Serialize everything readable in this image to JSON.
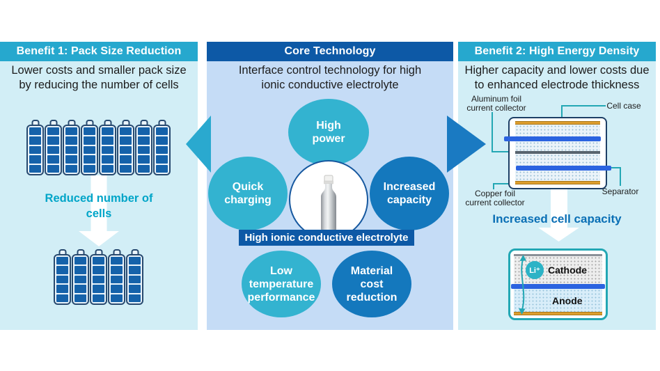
{
  "colors": {
    "teal_header": "#26a8ce",
    "blue_header": "#0d59a6",
    "panel_cyan": "#d2eef6",
    "panel_blue": "#c5dcf6",
    "bubble_teal": "#33b3d0",
    "bubble_blue": "#1478bd",
    "accent_teal_text": "#00a5c8",
    "accent_blue_text": "#0a6fb5",
    "battery_blue": "#1562aa",
    "battery_outline": "#27496f",
    "callout_teal": "#23a7b4",
    "separator_blue": "#2b63e0",
    "copper_gold": "#dd9e2e",
    "arrow_left_teal": "#2aa9cf",
    "arrow_right_blue": "#1a7ac2"
  },
  "benefit1": {
    "header": "Benefit 1: Pack Size Reduction",
    "description_lines": [
      "Lower costs and smaller pack size",
      "by reducing the number of cells"
    ],
    "top_pack_cell_count": 8,
    "bottom_pack_cell_count": 5,
    "arrow_label_lines": [
      "Reduced number of",
      "cells"
    ]
  },
  "core": {
    "header": "Core Technology",
    "description_lines": [
      "Interface control technology for high",
      "ionic conductive electrolyte"
    ],
    "bubbles": [
      {
        "lines": [
          "High",
          "power"
        ],
        "color": "bubble_teal"
      },
      {
        "lines": [
          "Quick",
          "charging"
        ],
        "color": "bubble_teal"
      },
      {
        "lines": [
          "Increased",
          "capacity"
        ],
        "color": "bubble_blue"
      },
      {
        "lines": [
          "Low",
          "temperature",
          "performance"
        ],
        "color": "bubble_teal"
      },
      {
        "lines": [
          "Material",
          "cost",
          "reduction"
        ],
        "color": "bubble_blue"
      }
    ],
    "center_icon": "electrolyte-bottle-icon",
    "banner": "High ionic conductive electrolyte"
  },
  "benefit2": {
    "header": "Benefit 2: High Energy Density",
    "description_lines": [
      "Higher capacity and lower costs due",
      "to enhanced electrode thickness"
    ],
    "callouts": {
      "aluminum_lines": [
        "Aluminum foil",
        "current collector"
      ],
      "cell_case": "Cell case",
      "copper_lines": [
        "Copper foil",
        "current collector"
      ],
      "separator": "Separator"
    },
    "arrow_label": "Increased cell capacity",
    "cell_diagram": {
      "li_ion": "Li⁺",
      "cathode": "Cathode",
      "anode": "Anode"
    }
  }
}
